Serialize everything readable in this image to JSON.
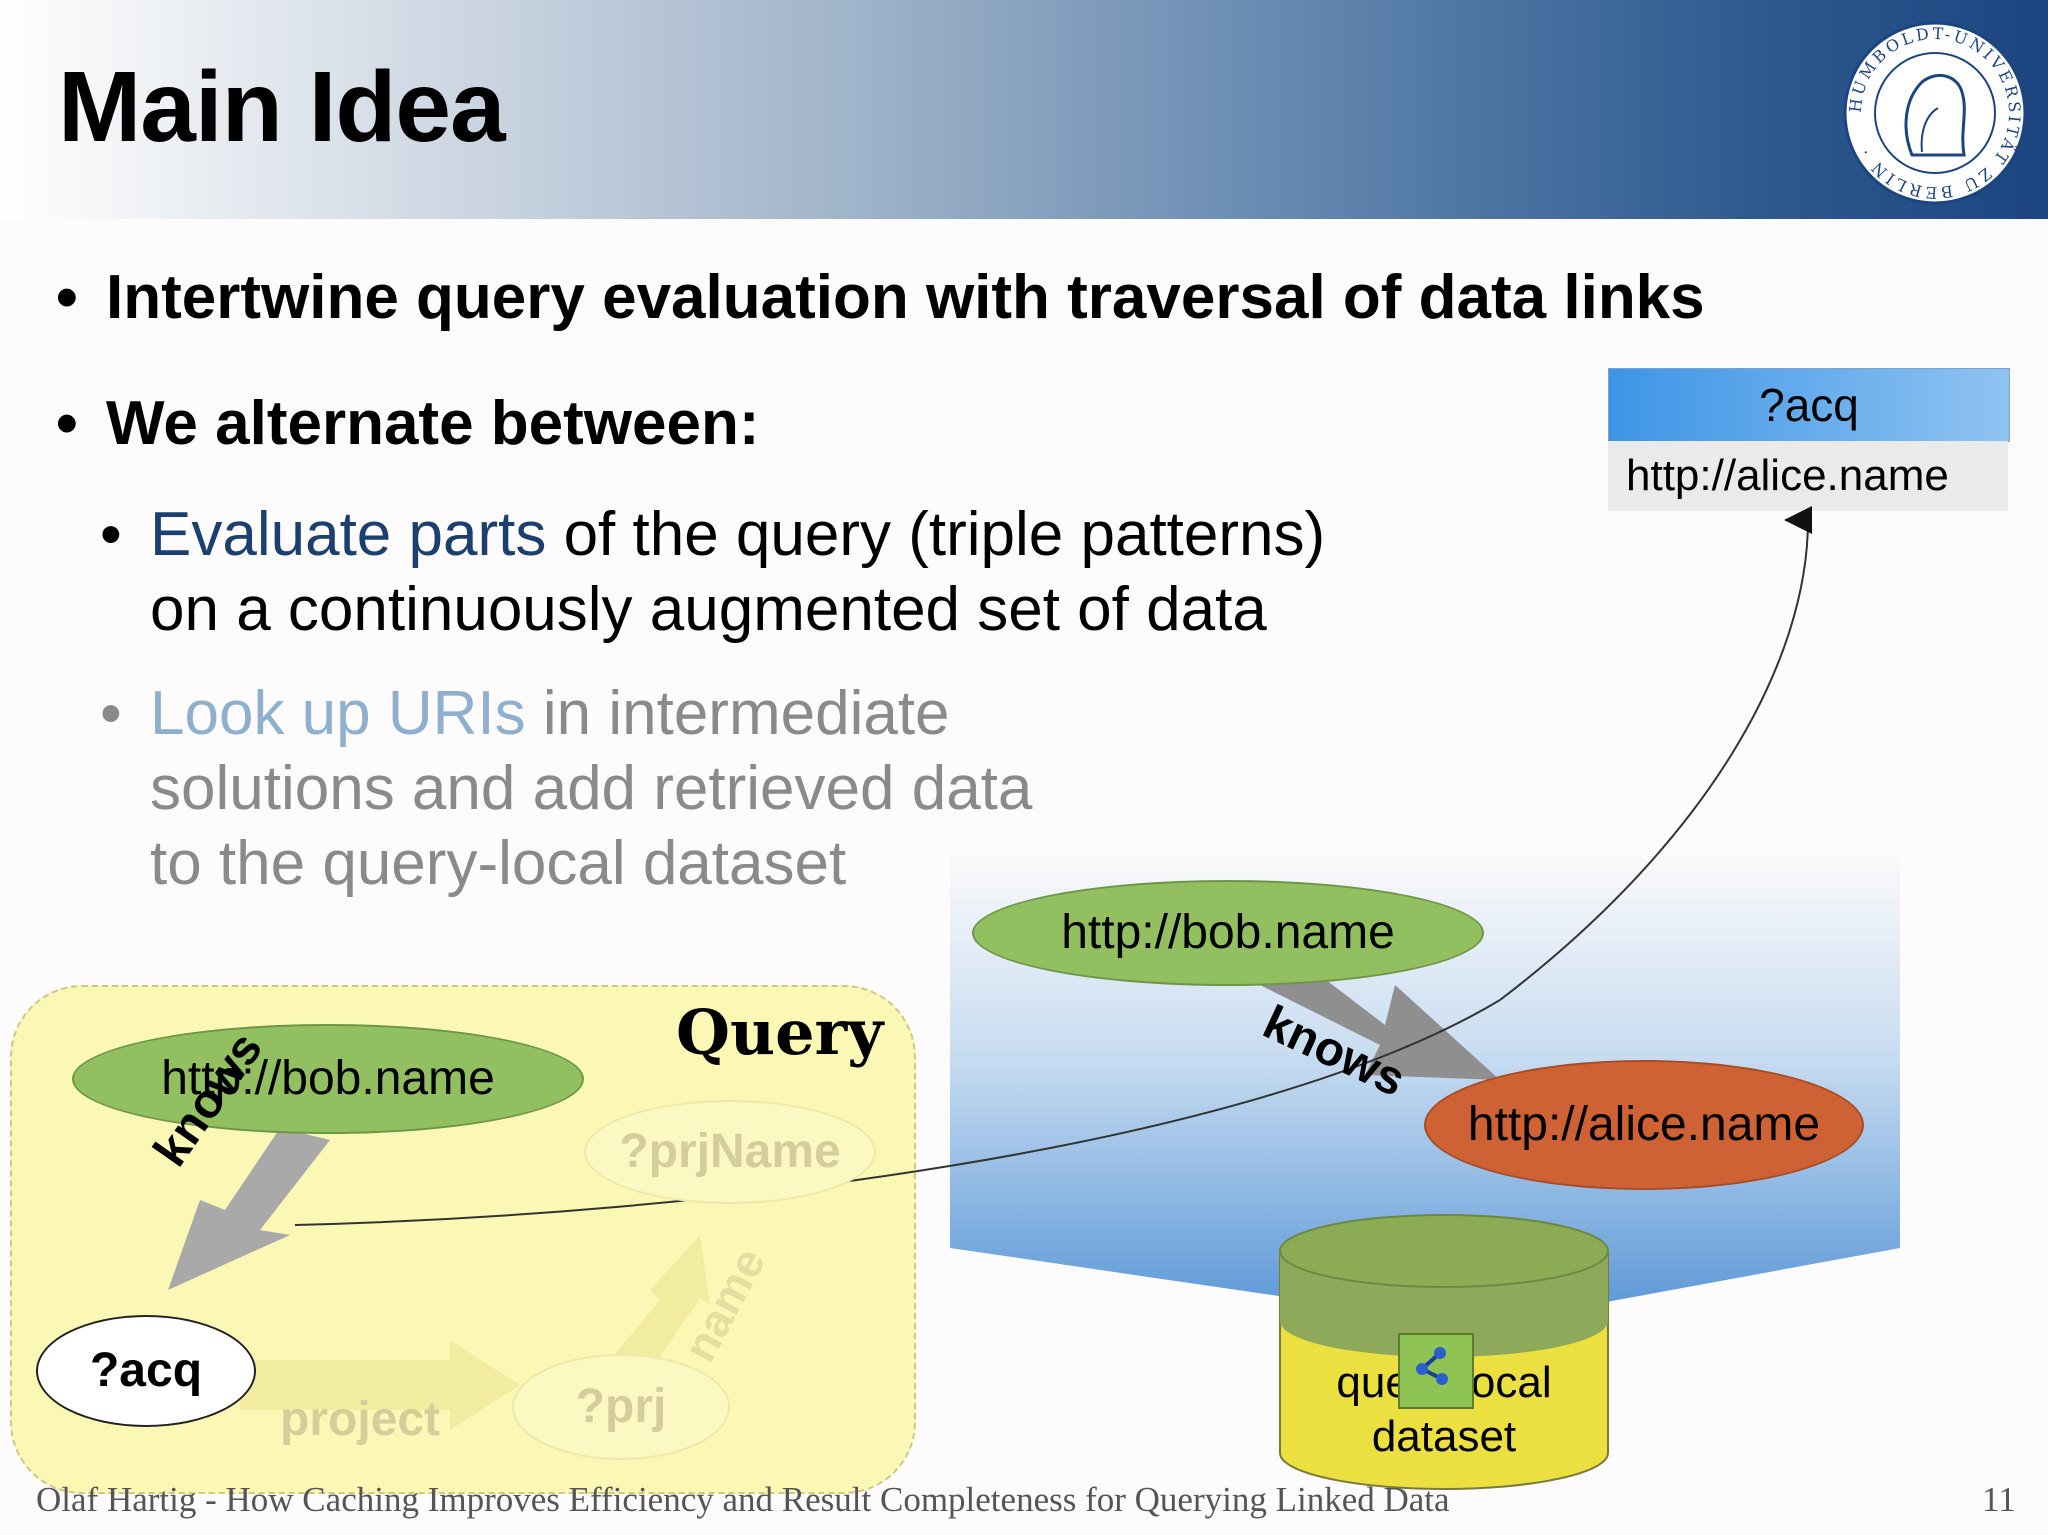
{
  "slide": {
    "title": "Main Idea",
    "bullets": [
      "Intertwine query evaluation with traversal of data links",
      "We alternate between:"
    ],
    "sub1": {
      "highlight": "Evaluate parts",
      "rest": " of the query (triple patterns)",
      "line2": "on a continuously augmented set of data"
    },
    "sub2": {
      "highlight": "Look up URIs",
      "rest": " in intermediate",
      "line2": "solutions and add retrieved data",
      "line3": "to the query-local dataset"
    }
  },
  "result_table": {
    "header": "?acq",
    "value": "http://alice.name"
  },
  "query": {
    "label": "Query",
    "subject": "http://bob.name",
    "predicate": "knows",
    "variable": "?acq",
    "prj_name": "?prjName",
    "name_label": "name",
    "project_label": "project",
    "prj": "?prj"
  },
  "dataset": {
    "subject": "http://bob.name",
    "predicate": "knows",
    "object": "http://alice.name",
    "cylinder_line1": "query-local",
    "cylinder_line2": "dataset"
  },
  "footer": {
    "text": "Olaf Hartig - How Caching Improves Efficiency and Result Completeness for Querying Linked Data",
    "page": "11"
  },
  "colors": {
    "highlight_dark": "#1b3f6e",
    "highlight_faded": "#8fb0cc",
    "faded_text": "#8a8a8a",
    "alice": "#cf6234",
    "green": "#92bf5f"
  }
}
